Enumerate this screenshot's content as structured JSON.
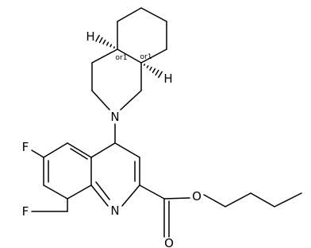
{
  "atoms": {
    "n_piperidine": "N",
    "n_quinoline": "N",
    "f_6": "F",
    "f_8": "F",
    "o_ester": "O",
    "o_carbonyl": "O",
    "h_4a": "H",
    "h_8a": "H"
  },
  "stereo": {
    "label_4a": "or1",
    "label_8a": "or1"
  }
}
